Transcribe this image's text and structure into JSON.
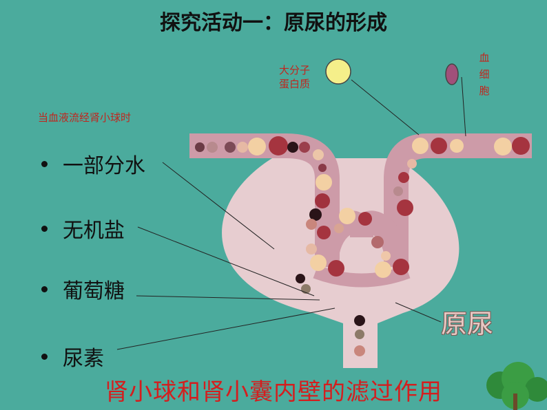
{
  "title": "探究活动一：原尿的形成",
  "intro": "当血液流经肾小球时",
  "bullets": [
    "一部分水",
    "无机盐",
    "葡萄糖",
    "尿素"
  ],
  "labels": {
    "macromolecule_line1": "大分子",
    "macromolecule_line2": "蛋白质",
    "blood_cell": [
      "血",
      "细",
      "胞"
    ],
    "primary_urine": "原尿"
  },
  "caption": "肾小球和肾小囊内壁的滤过作用",
  "colors": {
    "background": "#4bab9d",
    "capsule": "#e7cdd0",
    "vessel": "#cd9ba8",
    "accent_red": "#c0261e",
    "protein": "#f5ef8a",
    "blood_cell": "#a0507a"
  }
}
